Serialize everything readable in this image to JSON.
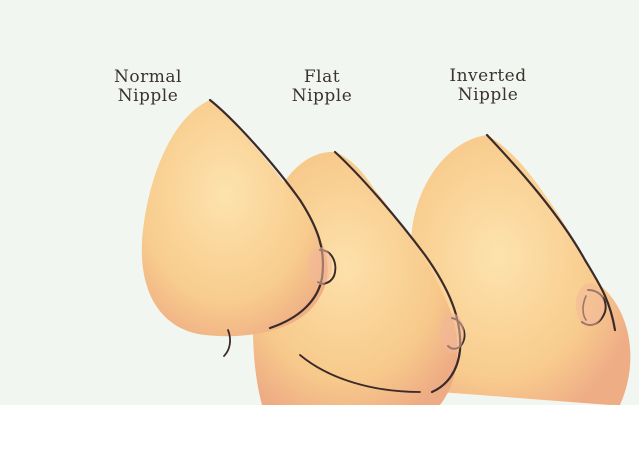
{
  "labels": {
    "normal": {
      "line1": "Normal",
      "line2": "Nipple"
    },
    "flat": {
      "line1": "Flat",
      "line2": "Nipple"
    },
    "inverted": {
      "line1": "Inverted",
      "line2": "Nipple"
    }
  },
  "colors": {
    "background": "#f1f7f0",
    "page": "#ffffff",
    "skin_light": "#fde0a8",
    "skin_mid": "#f7c98a",
    "skin_shadow": "#eda985",
    "outline": "#3b2a2a",
    "areola": "#f2b89a"
  }
}
